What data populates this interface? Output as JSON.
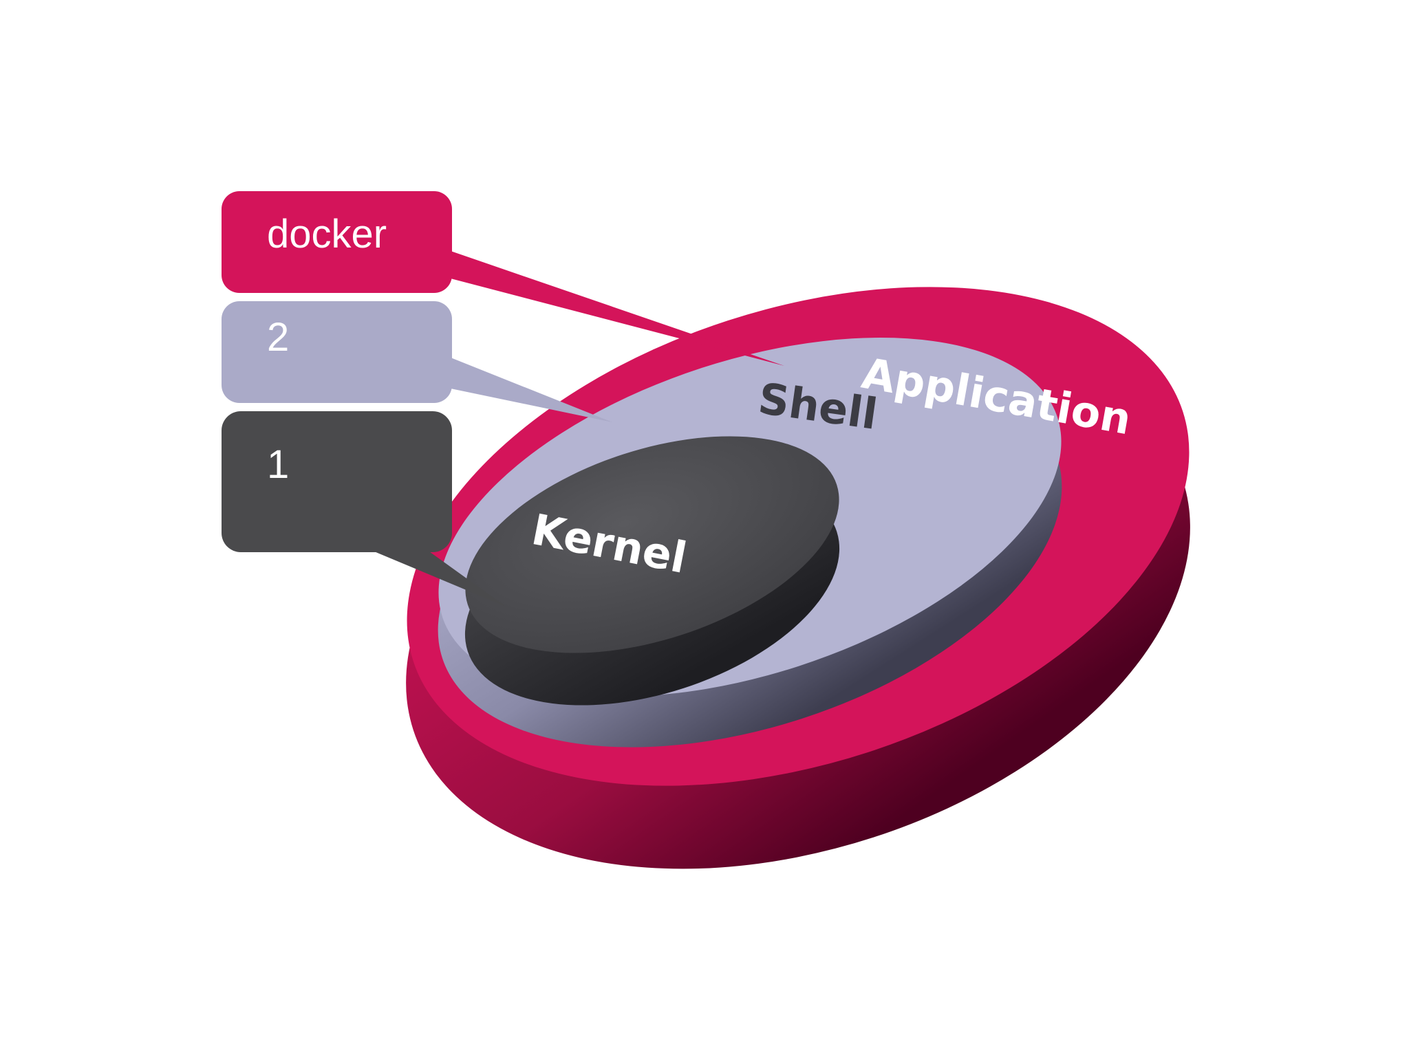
{
  "diagram": {
    "layers": [
      {
        "id": "application",
        "label": "Application",
        "color": "#d4145a",
        "text_color": "#ffffff"
      },
      {
        "id": "shell",
        "label": "Shell",
        "color": "#b4b4d2",
        "text_color": "#3c3c44"
      },
      {
        "id": "kernel",
        "label": "Kernel",
        "color": "#505054",
        "text_color": "#ffffff"
      }
    ],
    "callouts": [
      {
        "id": "docker",
        "label": "docker",
        "color": "#d4145a",
        "points_to": "application"
      },
      {
        "id": "two",
        "label": "2",
        "color": "#aaaac8",
        "points_to": "shell"
      },
      {
        "id": "one",
        "label": "1",
        "color": "#4a4a4c",
        "points_to": "kernel"
      }
    ]
  }
}
